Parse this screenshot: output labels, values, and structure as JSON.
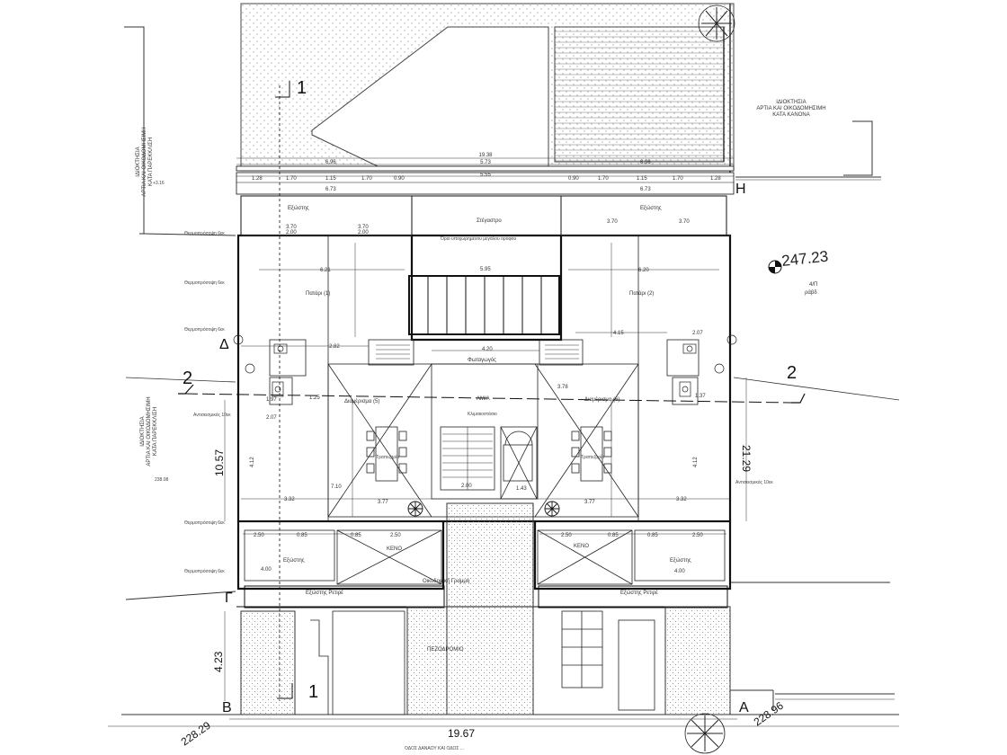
{
  "elevations": {
    "main": "247.23",
    "main_sub1": "4/Π",
    "main_sub2": "ράβδ",
    "left_small_top": "+3.16",
    "left_small_mid": "238.08",
    "bottom_left": "228.29",
    "bottom_right": "228.96"
  },
  "section_marks": {
    "s1_top": "1",
    "s1_bottom": "1",
    "s2_left": "2",
    "s2_right": "2"
  },
  "corner_labels": {
    "H": "Η",
    "D": "Δ",
    "G": "Γ",
    "B": "Β",
    "A": "Α"
  },
  "neighbor_notes": {
    "top_right": [
      "ΙΔΙΟΚΤΗΣΙΑ",
      "ΑΡΤΙΑ ΚΑΙ ΟΙΚΟΔΟΜΗΣΙΜΗ",
      "ΚΑΤΑ ΚΑΝΟΝΑ"
    ],
    "left_top": [
      "ΙΔΙΟΚΤΗΣΙΑ",
      "ΑΡΤΙΑ ΚΑΙ ΟΙΚΟΔΟΜΗΣΙΜΗ",
      "ΚΑΤΑ ΠΑΡΕΚΚΛΙΣΗ"
    ],
    "left_mid": [
      "ΙΔΙΟΚΤΗΣΙΑ",
      "ΑΡΤΙΑ ΚΑΙ ΟΙΚΟΔΟΜΗΣΙΜΗ",
      "ΚΑΤΑ ΠΑΡΕΚΚΛΙΣΗ"
    ]
  },
  "dimensions": {
    "total_top": "19.38",
    "row2a": "6.96",
    "row2b": "5.73",
    "row2c": "6.96",
    "row3": "5.55",
    "left_1_28": "1.28",
    "left_1_70": "1.70",
    "left_1_15": "1.15",
    "mid_1_70": "1.70",
    "mid_0_90": "0.90",
    "right_0_90": "0.90",
    "right_1_70": "1.70",
    "right_1_15": "1.15",
    "right_1_70b": "1.70",
    "right_1_28": "1.28",
    "left_6_73": "6.73",
    "right_6_73": "6.73",
    "room_l_width": "6.21",
    "room_r_width": "6.20",
    "core_5_95": "5.95",
    "l_2_82": "2.82",
    "c_4_20": "4.20",
    "r_4_15": "4.15",
    "l_1_25": "1.25",
    "l_1_97": "1.97",
    "l_2_07": "2.07",
    "r_2_07": "2.07",
    "r_1_37": "1.37",
    "l_3_32": "3.32",
    "l_3_77": "3.77",
    "r_3_77": "3.77",
    "r_3_32": "3.32",
    "l_7_10": "7.10",
    "c_2_00": "2.00",
    "c_1_43": "1.43",
    "c_3_78": "3.78",
    "l_4_12": "4.12",
    "r_4_12": "4.12",
    "l_2_50a": "2.50",
    "l_0_85a": "0.85",
    "l_0_85b": "0.85",
    "l_2_50b": "2.50",
    "r_2_50a": "2.50",
    "r_0_85a": "0.85",
    "r_0_85b": "0.85",
    "r_2_50b": "2.50",
    "l_4_00": "4.00",
    "r_4_00": "4.00",
    "left_depth": "10.57",
    "right_depth": "21.29",
    "bottom_4_23": "4.23",
    "bottom_total": "19.67",
    "dim_3_70a": "3.70",
    "dim_3_70b": "3.70",
    "dim_3_70c": "3.70",
    "dim_3_70d": "3.70",
    "dim_2_00a": "2.00",
    "dim_2_00b": "2.00"
  },
  "rooms": {
    "balcony_l": "Εξώστης",
    "balcony_c": "Στέγαστρο",
    "balcony_r": "Εξώστης",
    "bed_l": "Πατάρι (1)",
    "bed_r": "Πατάρι (2)",
    "living_l": "Διαμέρισμα (5)",
    "living_r": "Διαμέρισμα (6)",
    "dining_l": "Τραπεζαρία",
    "dining_r": "Τραπεζαρία",
    "lobby": "Φωταγωγός",
    "lift": "ΑΜ/Α",
    "stair": "Κλιμακοστάσιο",
    "balcony_bl": "Εξώστης",
    "balcony_br": "Εξώστης",
    "void_l": "ΚΕΝΟ",
    "void_r": "ΚΕΝΟ",
    "roof_l": "Εξώστης Ρετιρέ",
    "roof_r": "Εξώστης Ρετιρέ",
    "passage": "Οικοδομική Γραμμή",
    "sidewalk": "ΠΕΖΟΔΡΟΜΙΟ"
  },
  "side_notes": {
    "thermo_1": "Θερμοπρόσοψη 6εκ",
    "thermo_2": "Θερμοπρόσοψη 6εκ",
    "thermo_3": "Θερμοπρόσοψη 6εκ",
    "thermo_4": "Θερμοπρόσοψη 6εκ",
    "thermo_5": "Θερμοπρόσοψη 6εκ",
    "insul_l": "Αντισεισμικός 10εκ",
    "insul_r": "Αντισεισμικός 10εκ",
    "core_note": "Όριο υποχωρημένου μεγάλου ορόφου",
    "street": "ΟΔΟΣ ΔΑΝΑΟΥ ΚΑΙ ΟΔΟΣ ..."
  }
}
